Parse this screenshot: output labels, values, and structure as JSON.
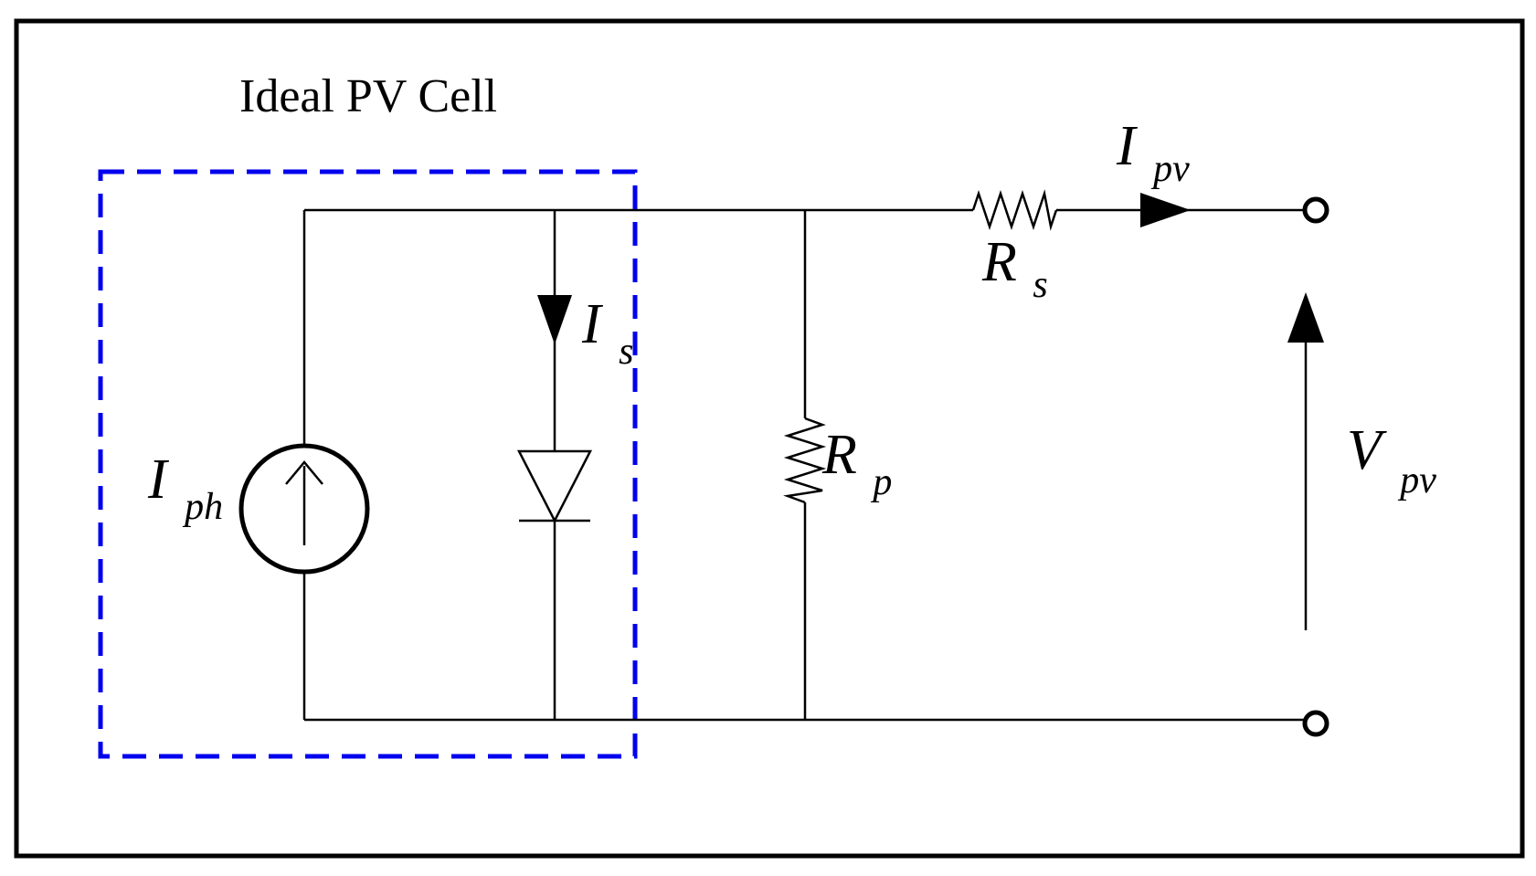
{
  "diagram": {
    "title": "Ideal PV Cell",
    "colors": {
      "wire": "#000000",
      "frame": "#000000",
      "ideal_cell_box": "#0000ee",
      "background": "#ffffff"
    },
    "labels": {
      "photo_current": {
        "main": "I",
        "sub": "ph"
      },
      "diode_current": {
        "main": "I",
        "sub": "s"
      },
      "parallel_resistance": {
        "main": "R",
        "sub": "p"
      },
      "series_resistance": {
        "main": "R",
        "sub": "s"
      },
      "output_current": {
        "main": "I",
        "sub": "pv"
      },
      "output_voltage": {
        "main": "V",
        "sub": "pv"
      }
    },
    "components": [
      {
        "kind": "current-source",
        "name": "photo-current-source"
      },
      {
        "kind": "diode",
        "name": "diode"
      },
      {
        "kind": "resistor",
        "name": "parallel-resistor"
      },
      {
        "kind": "resistor",
        "name": "series-resistor"
      },
      {
        "kind": "terminal",
        "name": "positive-terminal"
      },
      {
        "kind": "terminal",
        "name": "negative-terminal"
      }
    ]
  }
}
